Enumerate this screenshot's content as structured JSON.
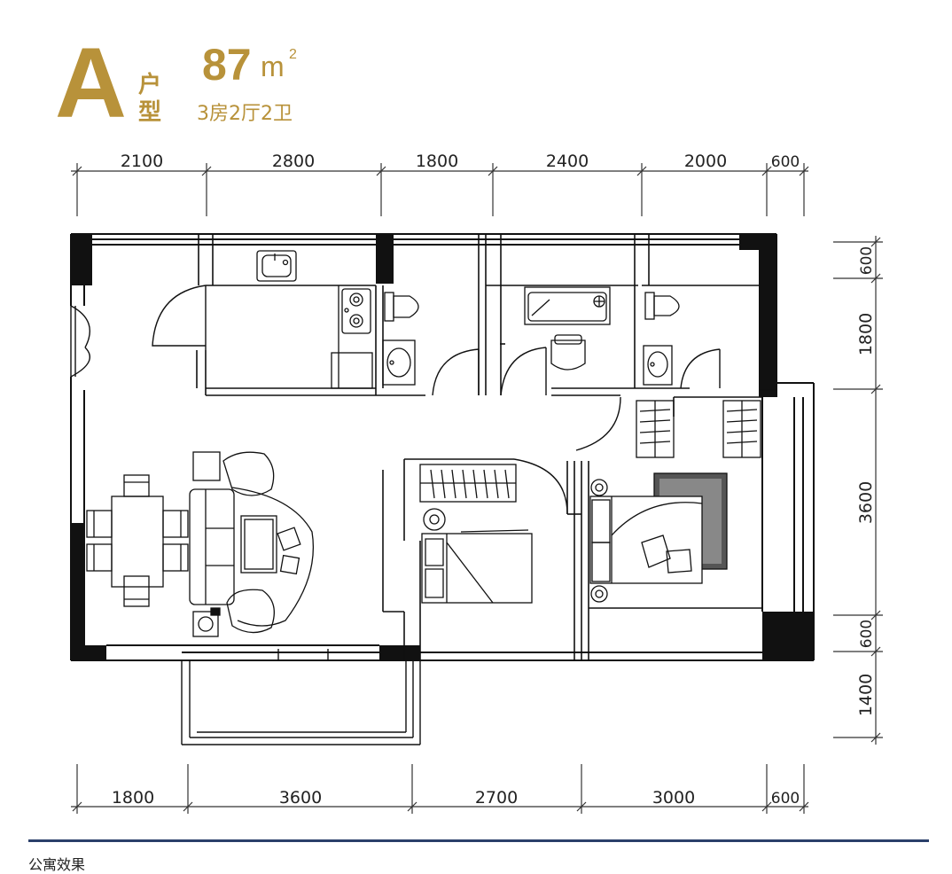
{
  "header": {
    "type_letter": "A",
    "type_char_1": "户",
    "type_char_2": "型",
    "area_value": "87",
    "area_unit": "m",
    "area_sup": "2",
    "layout": "3房2厅2卫"
  },
  "dimensions": {
    "top": [
      "2100",
      "2800",
      "1800",
      "2400",
      "2000",
      "600"
    ],
    "bottom": [
      "1800",
      "3600",
      "2700",
      "3000",
      "600"
    ],
    "right": [
      "600",
      "1800",
      "3600",
      "600",
      "1400"
    ]
  },
  "colors": {
    "brand_gold": "#b8923a",
    "rule_navy": "#2a3f6a",
    "wall": "#111111"
  },
  "footer": {
    "text": "公寓效果"
  }
}
